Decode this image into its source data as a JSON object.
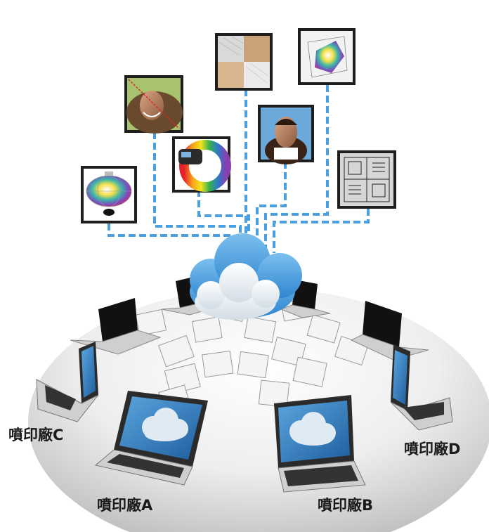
{
  "labels": {
    "factory_a": "噴印廠A",
    "factory_b": "噴印廠B",
    "factory_c": "噴印廠C",
    "factory_d": "噴印廠D"
  },
  "colors": {
    "connector": "#4a9fe0",
    "cloud": "#3f94d6",
    "cloud_light": "#dfeaf3",
    "frame": "#1e1e1e",
    "paper": "#f2f2f2"
  },
  "icons": [
    "color-gamut-sphere-icon",
    "portrait-gradient-icon",
    "color-wheel-spectrophotometer-icon",
    "material-texture-swatches-icon",
    "portrait-photo-icon",
    "3d-color-gamut-icon",
    "test-chart-icon"
  ]
}
